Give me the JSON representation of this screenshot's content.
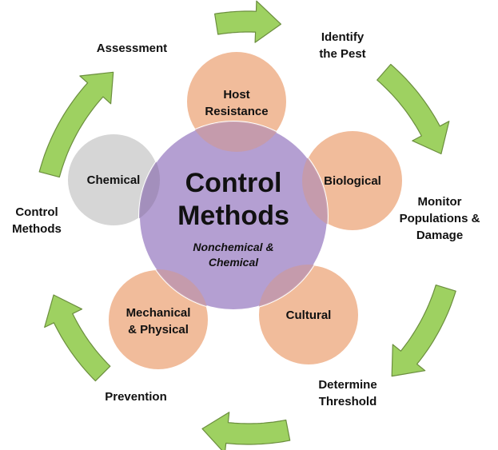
{
  "center": {
    "title_line1": "Control",
    "title_line2": "Methods",
    "subtitle_line1": "Nonchemical &",
    "subtitle_line2": "Chemical",
    "color": "#b49fd2"
  },
  "methods": [
    {
      "line1": "Host",
      "line2": "Resistance",
      "color": "#f1bc9b"
    },
    {
      "line1": "Biological",
      "line2": "",
      "color": "#f1bc9b"
    },
    {
      "line1": "Cultural",
      "line2": "",
      "color": "#f1bc9b"
    },
    {
      "line1": "Mechanical",
      "line2": "& Physical",
      "color": "#f1bc9b"
    },
    {
      "line1": "Chemical",
      "line2": "",
      "color": "#d6d6d6"
    }
  ],
  "cycle_steps": [
    {
      "label": "Identify\nthe Pest"
    },
    {
      "label": "Monitor\nPopulations &\nDamage"
    },
    {
      "label": "Determine\nThreshold"
    },
    {
      "label": "Prevention"
    },
    {
      "label": "Control\nMethods"
    },
    {
      "label": "Assessment"
    }
  ],
  "colors": {
    "arrow_fill": "#9ed161",
    "arrow_stroke": "#6b8e3e",
    "circle_stroke": "#ffffff"
  },
  "icons": [
    "cycle-arrow"
  ]
}
